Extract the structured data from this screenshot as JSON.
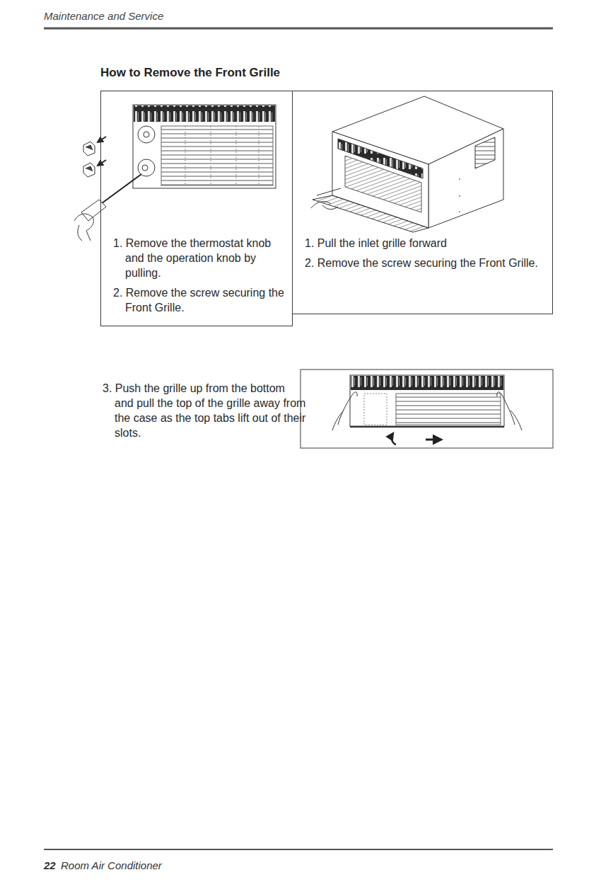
{
  "diagram": {
    "title": "How to Remove the Front Grille",
    "nodes": [
      {
        "text": [
          "1. Remove the thermostat knob and the operation knob by pulling.",
          "2. Remove the screw securing the Front Grille."
        ]
      },
      {
        "text": [
          "1. Pull the inlet grille forward",
          "2. Remove the screw securing the Front Grille."
        ]
      }
    ],
    "labels": [
      "Maintenance and Service",
      "3. Push the grille up from the bottom and pull the top of the grille away from the case as the top tabs lift out of their slots.",
      "22",
      "Room Air Conditioner"
    ]
  }
}
